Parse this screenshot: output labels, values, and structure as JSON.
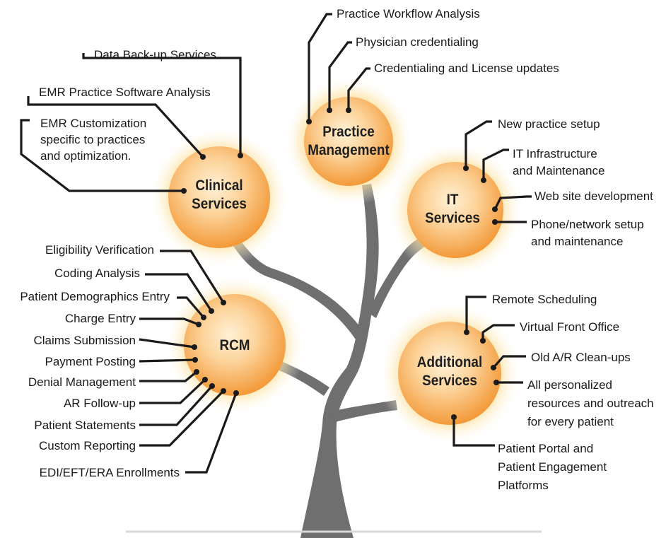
{
  "colors": {
    "trunk": "#6f6f6f",
    "node_fill_center": "#fde1b5",
    "node_fill_edge": "#f5a447",
    "glow": "#fcd37a",
    "connector": "#1a1a1a",
    "text": "#1a1a1a"
  },
  "nodes": {
    "practice_management": {
      "title": "Practice\nManagement",
      "items": [
        "Practice Workflow Analysis",
        "Physician credentialing",
        "Credentialing and License updates"
      ]
    },
    "clinical_services": {
      "title": "Clinical\nServices",
      "items": [
        "Data Back-up Services",
        "EMR Practice Software Analysis",
        "EMR Customization\nspecific to practices\nand optimization."
      ]
    },
    "it_services": {
      "title": "IT\nServices",
      "items": [
        "New practice setup",
        "IT Infrastructure\nand Maintenance",
        "Web site development",
        "Phone/network setup\nand maintenance"
      ]
    },
    "rcm": {
      "title": "RCM",
      "items": [
        "Eligibility Verification",
        "Coding Analysis",
        "Patient Demographics Entry",
        "Charge Entry",
        "Claims Submission",
        "Payment Posting",
        "Denial Management",
        "AR Follow-up",
        "Patient Statements",
        "Custom Reporting",
        "EDI/EFT/ERA Enrollments"
      ]
    },
    "additional_services": {
      "title": "Additional\nServices",
      "items": [
        "Remote Scheduling",
        "Virtual Front Office",
        "Old A/R Clean-ups",
        "All personalized\nresources and outreach\nfor every patient",
        "Patient Portal and\nPatient Engagement\nPlatforms"
      ]
    }
  }
}
